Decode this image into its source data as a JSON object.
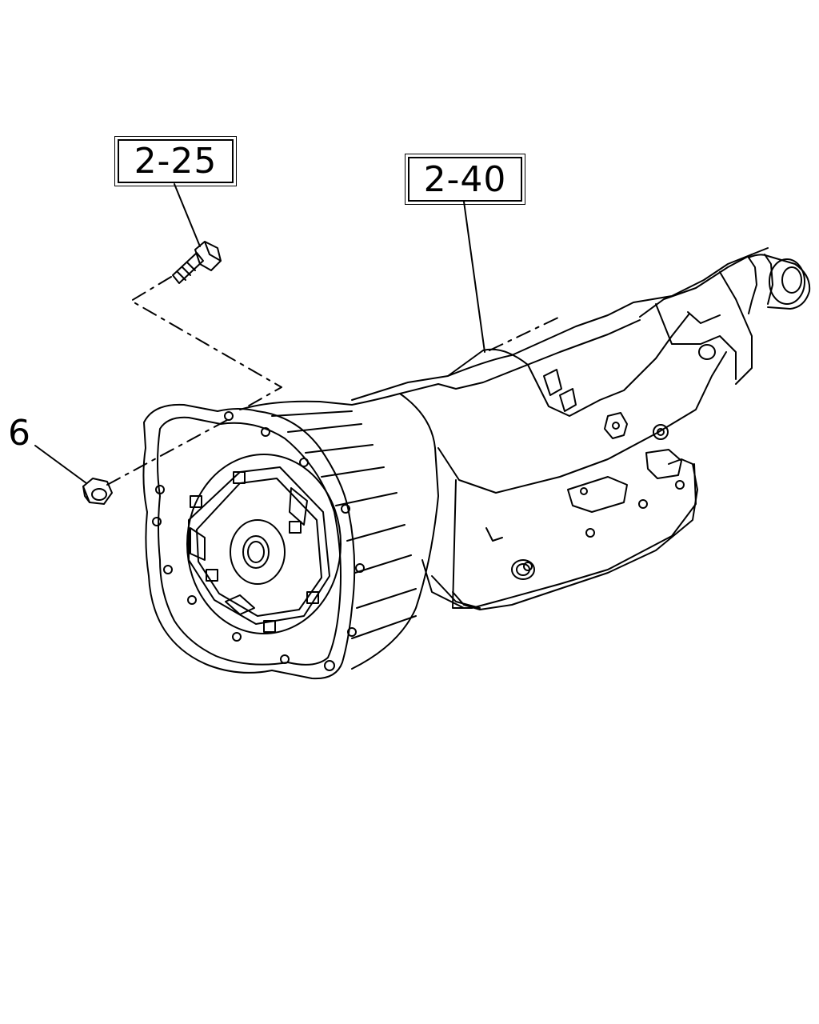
{
  "callouts": {
    "bolt_ref": "2-25",
    "transmission_ref": "2-40",
    "nut_part": "6"
  },
  "colors": {
    "line": "#000000",
    "background": "#ffffff"
  }
}
